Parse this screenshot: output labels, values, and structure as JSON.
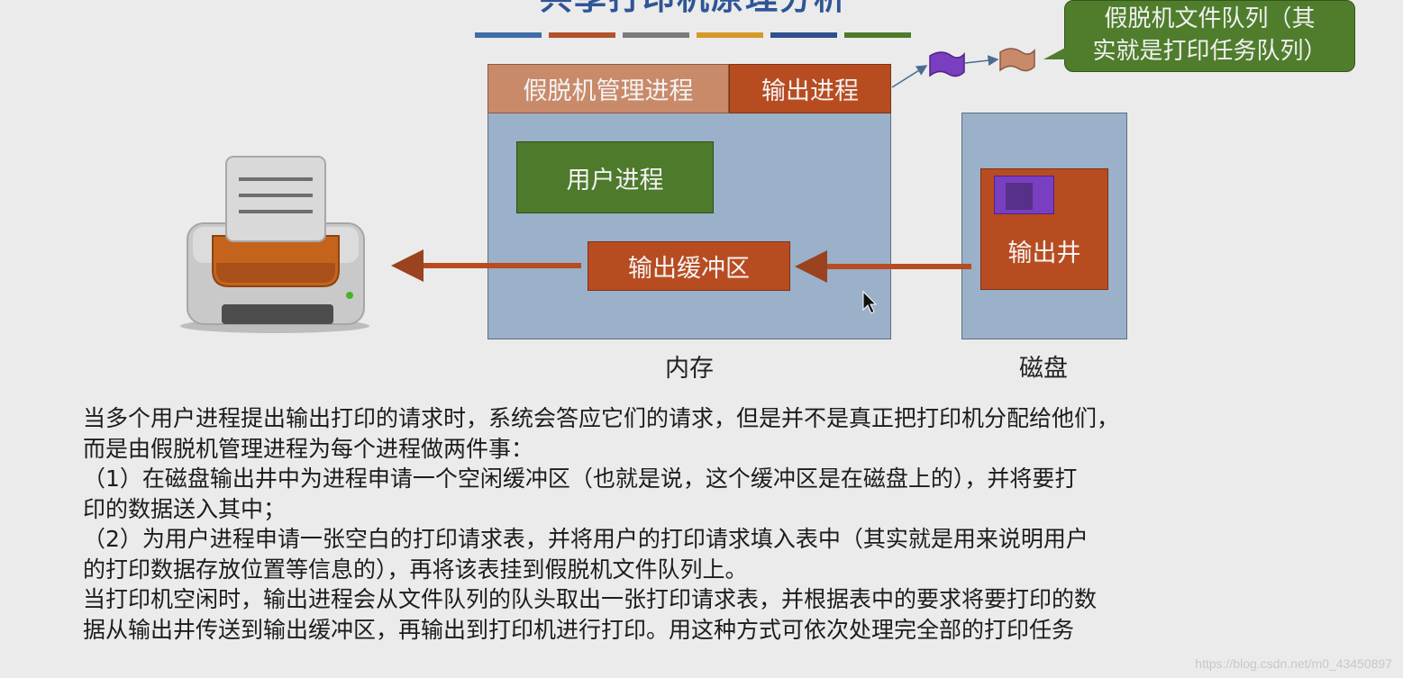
{
  "title": "共享打印机原理分析",
  "colors": {
    "title": "#2f5597",
    "stripes": [
      "#3f6fa6",
      "#b4522a",
      "#7a7a7a",
      "#d59a2a",
      "#2f4f8f",
      "#4e7a2c"
    ],
    "memory": "#9bb0c9",
    "orange": "#b84c21",
    "light_orange": "#c98a6a",
    "green": "#4e7a2c",
    "purple": "#7a3ec0"
  },
  "diagram": {
    "spool_manager": "假脱机管理进程",
    "output_process": "输出进程",
    "user_process": "用户进程",
    "output_buffer": "输出缓冲区",
    "output_well": "输出井",
    "memory_label": "内存",
    "disk_label": "磁盘",
    "callout_line1": "假脱机文件队列（其",
    "callout_line2": "实就是打印任务队列）",
    "icons": [
      "printer-icon",
      "file-flag-icon",
      "file-flag-icon",
      "mouse-cursor-icon"
    ]
  },
  "text": {
    "p1_line1": "当多个用户进程提出输出打印的请求时，系统会答应它们的请求，但是并不是真正把打印机分配给他们，",
    "p1_line2": "而是由假脱机管理进程为每个进程做两件事：",
    "p2_line1": "（1）在磁盘输出井中为进程申请一个空闲缓冲区（也就是说，这个缓冲区是在磁盘上的），并将要打",
    "p2_line2": "印的数据送入其中；",
    "p3_line1": "（2）为用户进程申请一张空白的打印请求表，并将用户的打印请求填入表中（其实就是用来说明用户",
    "p3_line2": "的打印数据存放位置等信息的），再将该表挂到假脱机文件队列上。",
    "p4_line1": "当打印机空闲时，输出进程会从文件队列的队头取出一张打印请求表，并根据表中的要求将要打印的数",
    "p4_line2": "据从输出井传送到输出缓冲区，再输出到打印机进行打印。用这种方式可依次处理完全部的打印任务"
  },
  "watermark": "https://blog.csdn.net/m0_43450897"
}
